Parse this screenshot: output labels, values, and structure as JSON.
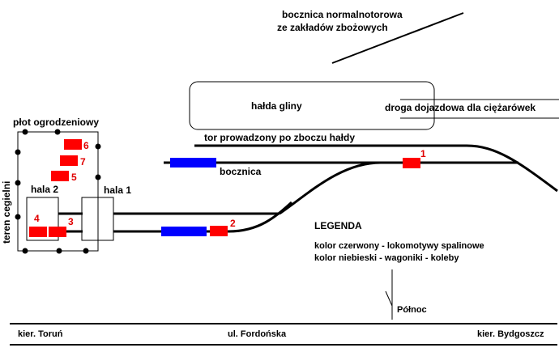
{
  "labels": {
    "top_siding_line1": "bocznica normalnotorowa",
    "top_siding_line2": "ze zakładów zbożowych",
    "clay_heap": "hałda gliny",
    "truck_road": "droga dojazdowa dla ciężarówek",
    "heap_track": "tor prowadzony po zboczu hałdy",
    "siding": "bocznica",
    "fence": "płot ogrodzeniowy",
    "brickyard_area": "teren cegielni",
    "hall1": "hala 1",
    "hall2": "hala 2",
    "north": "Północ",
    "dir_torun": "kier. Toruń",
    "street": "ul. Fordońska",
    "dir_bydgoszcz": "kier. Bydgoszcz"
  },
  "legend": {
    "title": "LEGENDA",
    "red": "kolor czerwony - lokomotywy spalinowe",
    "blue": "kolor niebieski  - wagoniki - koleby"
  },
  "locomotive_numbers": [
    "1",
    "2",
    "3",
    "4",
    "5",
    "6",
    "7"
  ],
  "colors": {
    "locomotive": "#ff0000",
    "wagon": "#0000ff",
    "number_text": "#e00000",
    "line": "#000000"
  }
}
